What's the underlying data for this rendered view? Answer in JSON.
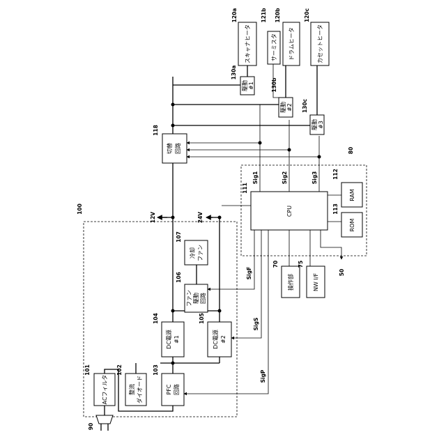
{
  "refs": {
    "r90": "90",
    "r101": "101",
    "r102": "102",
    "r103": "103",
    "r104": "104",
    "r105": "105",
    "r106": "106",
    "r107": "107",
    "r100": "100",
    "r118": "118",
    "r111": "111",
    "r112": "112",
    "r113": "113",
    "r80": "80",
    "r70": "70",
    "r75": "75",
    "r50": "50",
    "r130a": "130a",
    "r130b": "130b",
    "r130c": "130c",
    "r120a": "120a",
    "r121b": "121b",
    "r120b": "120b",
    "r120c": "120c"
  },
  "blocks": {
    "ac_filter": "ACフィルタ",
    "rectifier_1": "整流",
    "rectifier_2": "ダイオード",
    "pfc_1": "PFC",
    "pfc_2": "回路",
    "dc1_1": "DC電源",
    "dc1_2": "#1",
    "dc2_1": "DC電源",
    "dc2_2": "#2",
    "fan_drv_1": "ファン",
    "fan_drv_2": "駆動",
    "fan_drv_3": "回路",
    "fan_1": "冷却",
    "fan_2": "ファン",
    "switch_1": "切替",
    "switch_2": "回路",
    "cpu": "CPU",
    "ram": "RAM",
    "rom": "ROM",
    "opunit": "操作部",
    "nwif": "NW I/F",
    "drv1_1": "駆動",
    "drv1_2": "#1",
    "drv2_1": "駆動",
    "drv2_2": "#2",
    "drv3_1": "駆動",
    "drv3_2": "#3",
    "scan_heater": "スキャナヒータ",
    "thermistor": "サーミスタ",
    "drum_heater": "ドラムヒータ",
    "cassette_heater": "カセットヒータ"
  },
  "signals": {
    "v12": "12V",
    "v24": "24V",
    "sigF": "SigF",
    "sigS": "SigS",
    "sigP": "SigP",
    "sig1": "Sig1",
    "sig2": "Sig2",
    "sig3": "Sig3"
  }
}
